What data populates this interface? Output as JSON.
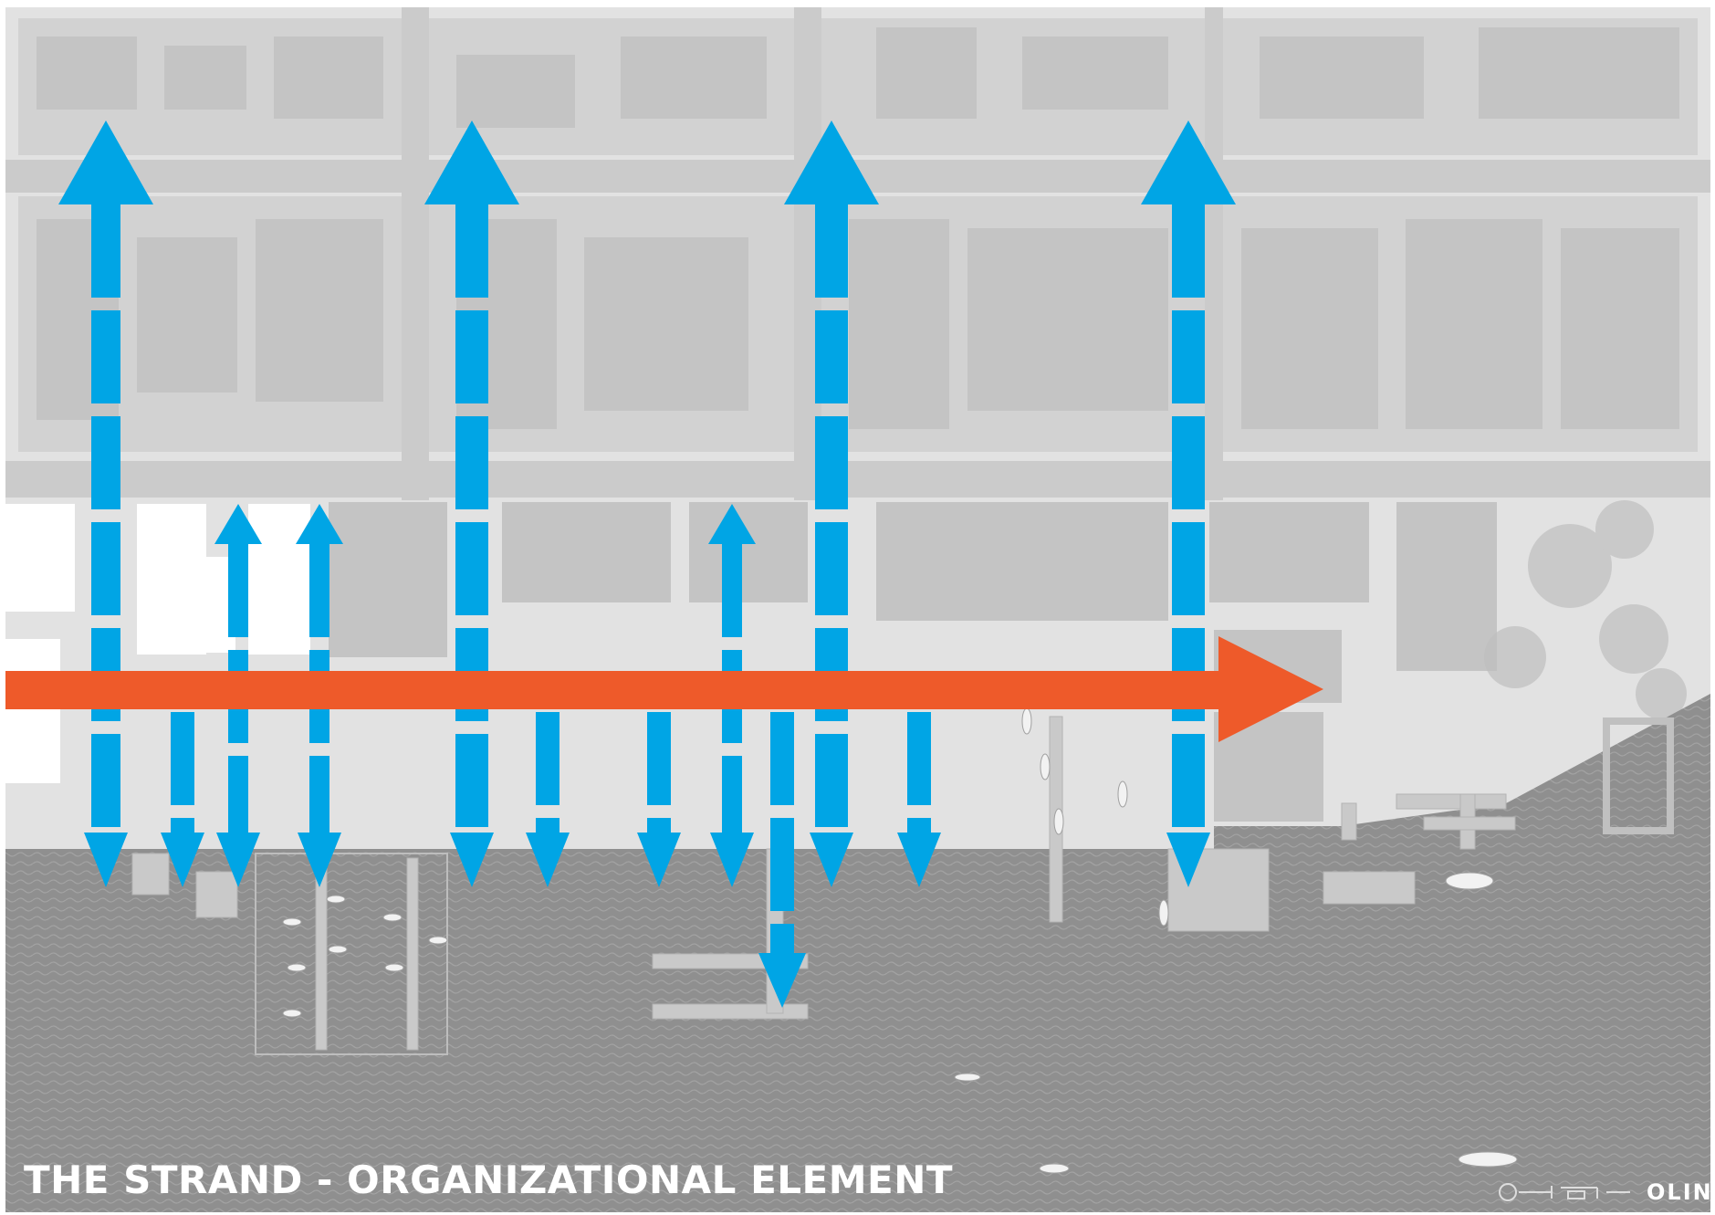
{
  "title": "THE STRAND - ORGANIZATIONAL ELEMENT",
  "logo": {
    "text": "OLIN"
  },
  "colors": {
    "connector_arrow": "#00a5e5",
    "strand_arrow": "#ee5a2a",
    "land": "#dedede",
    "water": "#8f8f8f",
    "building_highlight": "#ffffff"
  },
  "icons": {
    "connector": "double-headed-arrow",
    "strand": "right-arrow",
    "logo": "olin-logo"
  }
}
